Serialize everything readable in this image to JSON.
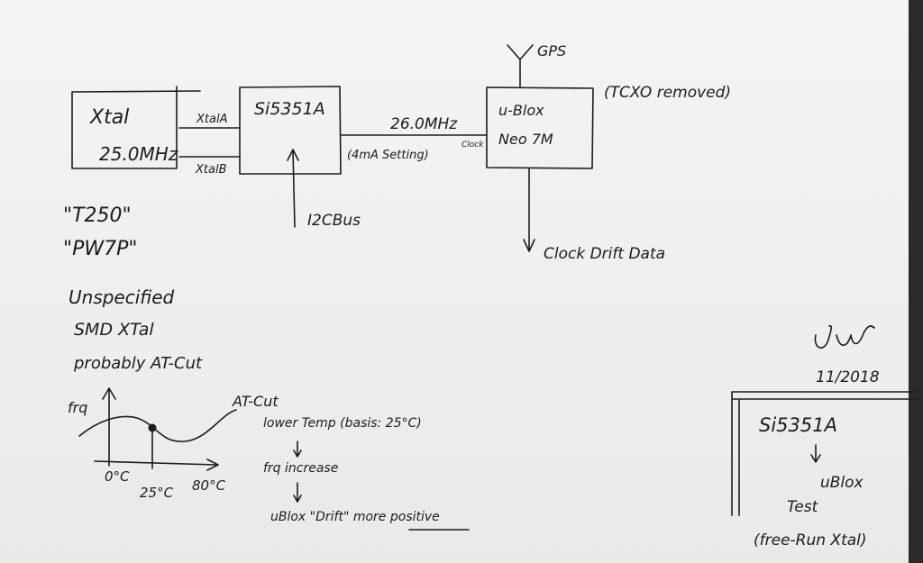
{
  "xtal": {
    "label": "Xtal",
    "freq": "25.0MHz",
    "pin_a": "XtalA",
    "pin_b": "XtalB"
  },
  "si5351": {
    "label": "Si5351A",
    "bus": "I2CBus"
  },
  "link": {
    "freq": "26.0MHz",
    "note": "(4mA Setting)",
    "clk": "Clock"
  },
  "ublox": {
    "line1": "u-Blox",
    "line2": "Neo 7M",
    "gps": "GPS",
    "tcxo_note": "(TCXO removed)",
    "output": "Clock Drift Data"
  },
  "crystal_notes": {
    "line1": "\"T250\"",
    "line2": "\"PW7P\"",
    "line3": "Unspecified",
    "line4": "SMD XTal",
    "line5": "probably AT-Cut"
  },
  "plot": {
    "ylabel": "frq",
    "curve_label": "AT-Cut",
    "ticks": [
      "0°C",
      "25°C",
      "80°C"
    ]
  },
  "logic": {
    "line1": "lower Temp (basis: 25°C)",
    "line2": "frq increase",
    "line3": "uBlox \"Drift\" more positive"
  },
  "signature": {
    "mark": "Jchr",
    "date": "11/2018"
  },
  "title_block": {
    "line1": "Si5351A",
    "line2": "uBlox",
    "line3": "Test",
    "line4": "(free-Run Xtal)"
  }
}
